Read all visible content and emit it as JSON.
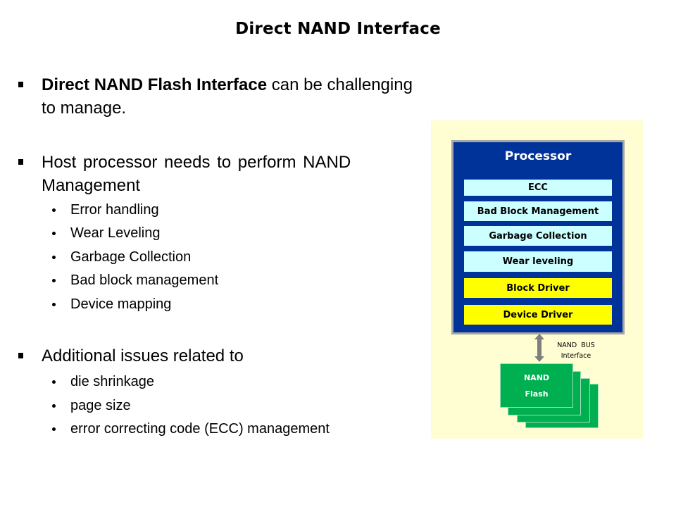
{
  "slide": {
    "title": "Direct NAND Interface"
  },
  "bullets": [
    {
      "bold_text": "Direct NAND Flash Interface",
      "text_line1": " can be challenging",
      "text_line2": "to manage."
    },
    {
      "text_line1": "Host processor needs to perform NAND",
      "text_line2": "Management",
      "sub_items": [
        "Error handling",
        "Wear Leveling",
        "Garbage Collection",
        "Bad block management",
        "Device mapping"
      ]
    },
    {
      "text_line1": "Additional issues related to",
      "sub_items": [
        "die shrinkage",
        "page size",
        "error correcting code (ECC) management"
      ]
    }
  ],
  "diagram": {
    "processor_label": "Processor",
    "layers": [
      {
        "label": "ECC",
        "color": "#ccffff"
      },
      {
        "label": "Bad Block Management",
        "color": "#ccffff"
      },
      {
        "label": "Garbage Collection",
        "color": "#ccffff"
      },
      {
        "label": "Wear leveling",
        "color": "#ccffff"
      },
      {
        "label": "Block Driver",
        "color": "#ffff00"
      },
      {
        "label": "Device Driver",
        "color": "#ffff00"
      }
    ],
    "bus_label_line1": "NAND  BUS",
    "bus_label_line2": "Interface",
    "nand_line1": "NAND",
    "nand_line2": "Flash",
    "colors": {
      "background": "#fffdd2",
      "processor": "#003399",
      "processor_border": "#a6a6a6",
      "nand": "#00b050",
      "arrow": "#7f7f7f"
    }
  }
}
